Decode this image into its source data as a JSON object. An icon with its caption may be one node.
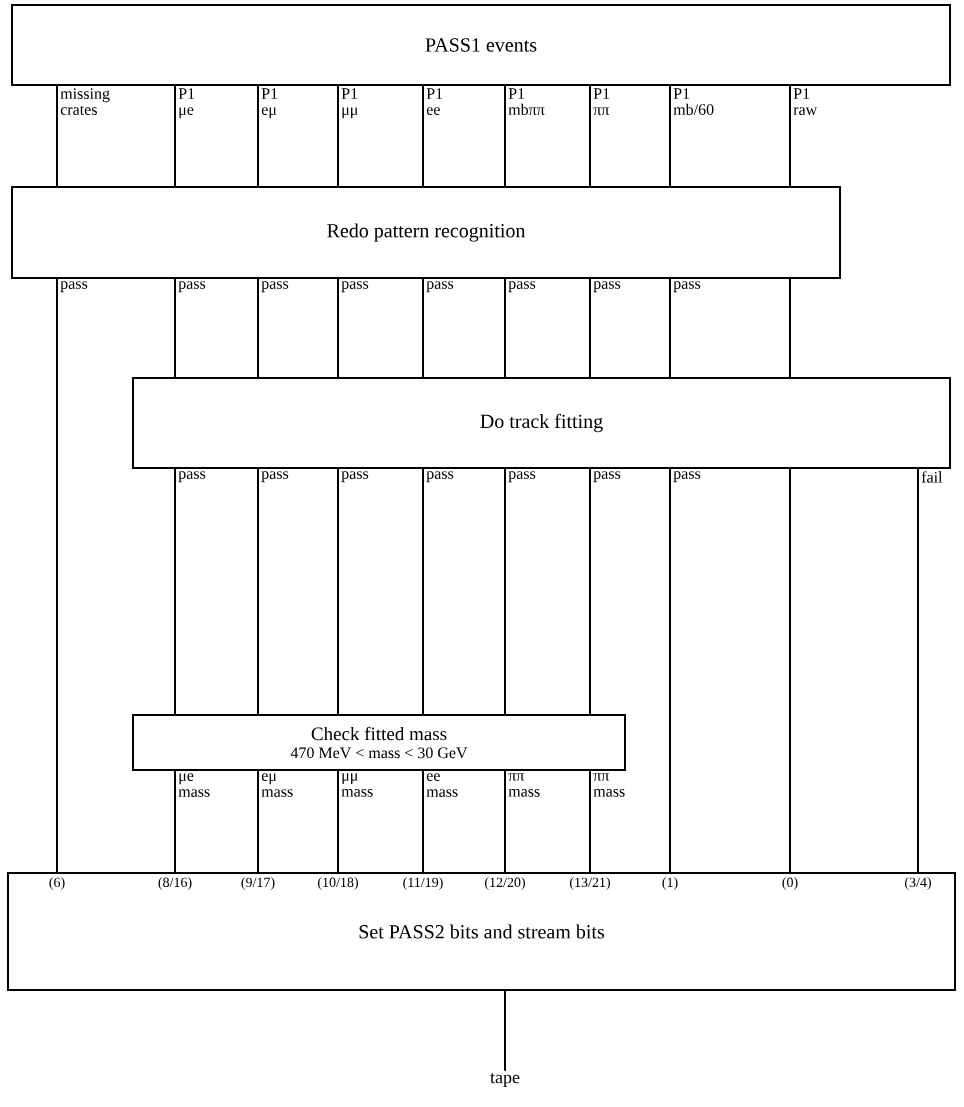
{
  "diagram": {
    "nodes": [
      {
        "text": [
          "PASS1 events"
        ]
      },
      {
        "text": [
          "Redo pattern recognition"
        ]
      },
      {
        "text": [
          "Do track fitting"
        ]
      },
      {
        "text": [
          "Check fitted mass",
          "470 MeV < mass < 30 GeV"
        ]
      },
      {
        "text": [
          "Set PASS2 bits and stream bits"
        ]
      },
      {
        "text": [
          "tape"
        ]
      }
    ],
    "edges": [
      {
        "from": 0,
        "to": 1,
        "arrow": "none",
        "label": "missing crates"
      },
      {
        "from": 0,
        "to": 1,
        "arrow": "none",
        "label": "P1 μe"
      },
      {
        "from": 0,
        "to": 1,
        "arrow": "none",
        "label": "P1 eμ"
      },
      {
        "from": 0,
        "to": 1,
        "arrow": "none",
        "label": "P1 μμ"
      },
      {
        "from": 0,
        "to": 1,
        "arrow": "none",
        "label": "P1 ee"
      },
      {
        "from": 0,
        "to": 1,
        "arrow": "none",
        "label": "P1 mbππ"
      },
      {
        "from": 0,
        "to": 1,
        "arrow": "none",
        "label": "P1 ππ"
      },
      {
        "from": 0,
        "to": 1,
        "arrow": "none",
        "label": "P1 mb/60"
      },
      {
        "from": 0,
        "to": 1,
        "arrow": "none",
        "label": "P1 raw"
      },
      {
        "from": 1,
        "to": 4,
        "arrow": "none",
        "label": "pass"
      },
      {
        "from": 1,
        "to": 2,
        "arrow": "none",
        "label": "pass"
      },
      {
        "from": 1,
        "to": 2,
        "arrow": "none",
        "label": "pass"
      },
      {
        "from": 1,
        "to": 2,
        "arrow": "none",
        "label": "pass"
      },
      {
        "from": 1,
        "to": 2,
        "arrow": "none",
        "label": "pass"
      },
      {
        "from": 1,
        "to": 2,
        "arrow": "none",
        "label": "pass"
      },
      {
        "from": 1,
        "to": 2,
        "arrow": "none",
        "label": "pass"
      },
      {
        "from": 1,
        "to": 2,
        "arrow": "none",
        "label": "pass"
      },
      {
        "from": 1,
        "to": 2,
        "arrow": "none"
      },
      {
        "from": 2,
        "to": 3,
        "arrow": "none",
        "label": "pass"
      },
      {
        "from": 2,
        "to": 3,
        "arrow": "none",
        "label": "pass"
      },
      {
        "from": 2,
        "to": 3,
        "arrow": "none",
        "label": "pass"
      },
      {
        "from": 2,
        "to": 3,
        "arrow": "none",
        "label": "pass"
      },
      {
        "from": 2,
        "to": 3,
        "arrow": "none",
        "label": "pass"
      },
      {
        "from": 2,
        "to": 3,
        "arrow": "none",
        "label": "pass"
      },
      {
        "from": 2,
        "to": 4,
        "arrow": "none",
        "label": "pass"
      },
      {
        "from": 2,
        "to": 4,
        "arrow": "none"
      },
      {
        "from": 2,
        "to": 4,
        "arrow": "none",
        "label": "fail"
      },
      {
        "from": 3,
        "to": 4,
        "arrow": "none",
        "label": "μe mass"
      },
      {
        "from": 3,
        "to": 4,
        "arrow": "none",
        "label": "eμ mass"
      },
      {
        "from": 3,
        "to": 4,
        "arrow": "none",
        "label": "μμ mass"
      },
      {
        "from": 3,
        "to": 4,
        "arrow": "none",
        "label": "ee mass"
      },
      {
        "from": 3,
        "to": 4,
        "arrow": "none",
        "label": "ππ mass"
      },
      {
        "from": 3,
        "to": 4,
        "arrow": "none",
        "label": "ππ mass"
      },
      {
        "from": 4,
        "to": 5,
        "arrow": "none"
      }
    ],
    "labels": [
      "(6)",
      "(8/16)",
      "(9/17)",
      "(10/18)",
      "(11/19)",
      "(12/20)",
      "(13/21)",
      "(1)",
      "(0)",
      "(3/4)"
    ]
  }
}
